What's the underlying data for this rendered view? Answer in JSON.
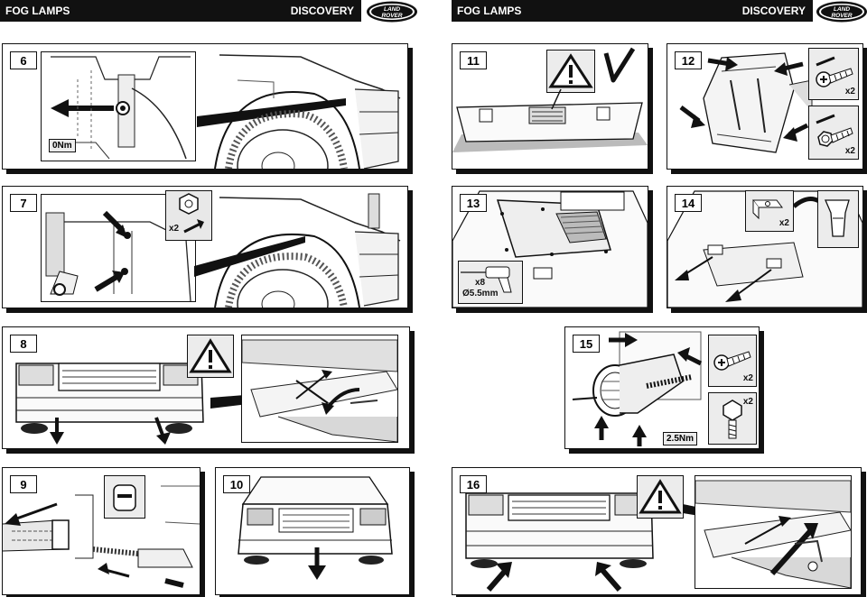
{
  "header_left": {
    "section": "FOG LAMPS",
    "model": "DISCOVERY",
    "logo_line1": "LAND",
    "logo_line2": "ROVER"
  },
  "header_right": {
    "section": "FOG LAMPS",
    "model": "DISCOVERY",
    "logo_line1": "LAND",
    "logo_line2": "ROVER"
  },
  "steps": {
    "s6": {
      "number": "6",
      "torque": "0Nm"
    },
    "s7": {
      "number": "7",
      "qty": "x2"
    },
    "s8": {
      "number": "8"
    },
    "s9": {
      "number": "9"
    },
    "s10": {
      "number": "10"
    },
    "s11": {
      "number": "11"
    },
    "s12": {
      "number": "12",
      "qty_screw": "x2",
      "qty_bolt": "x2"
    },
    "s13": {
      "number": "13",
      "qty": "x8",
      "drill_size": "Ø5.5mm"
    },
    "s14": {
      "number": "14",
      "qty": "x2"
    },
    "s15": {
      "number": "15",
      "qty_screw": "x2",
      "qty_bolt": "x2",
      "torque": "2.5Nm"
    },
    "s16": {
      "number": "16"
    }
  },
  "icons": {
    "warning": "warning-triangle-icon",
    "check": "check-mark-icon",
    "screw": "screw-icon",
    "bolt": "flange-bolt-icon",
    "nut": "nut-icon",
    "drill": "drill-icon",
    "clip": "clip-icon"
  }
}
